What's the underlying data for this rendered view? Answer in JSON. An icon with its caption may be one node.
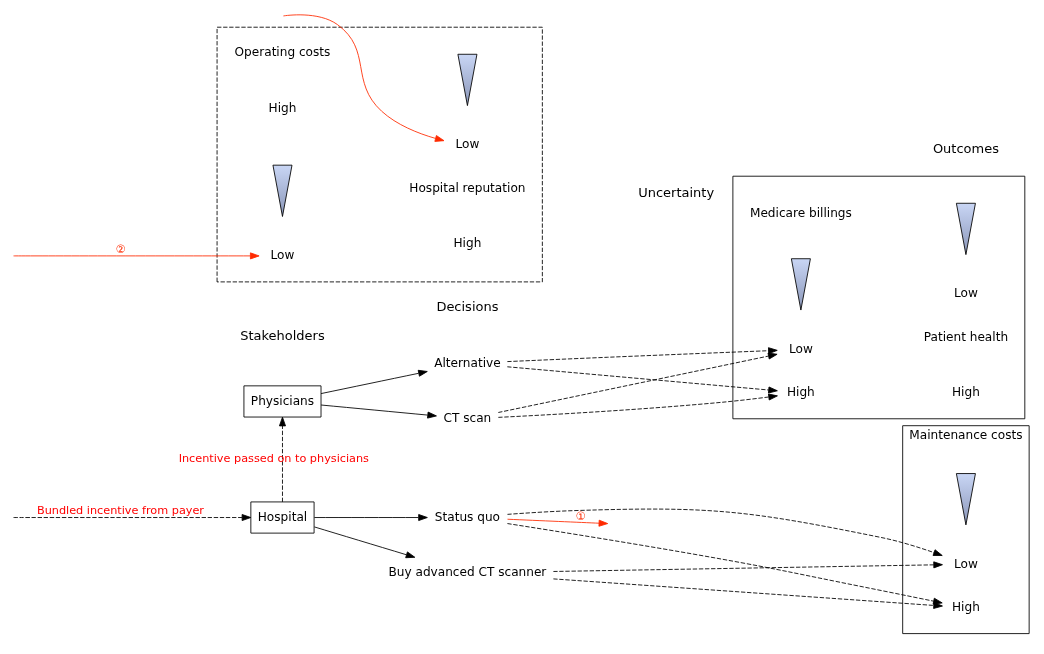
{
  "diagram": {
    "nodes": [
      {
        "text": [
          "Hospital"
        ]
      },
      {
        "text": [
          "Physicians"
        ]
      },
      {
        "text": [
          "Buy advanced CT scanner"
        ]
      },
      {
        "text": [
          "Status quo"
        ]
      },
      {
        "text": [
          "CT scan"
        ]
      },
      {
        "text": [
          "Alternative"
        ]
      },
      {
        "text": [
          "Maintenance costs"
        ]
      },
      {
        "text": [
          "High"
        ],
        "in": 6
      },
      {
        "text": [],
        "shape": "triangle",
        "in": 6
      },
      {
        "text": [
          "Low"
        ],
        "in": 6
      },
      {
        "text": [],
        "shape": "box"
      },
      {
        "text": [
          "Operating costs"
        ],
        "in": 10
      },
      {
        "text": [
          "High"
        ],
        "in": 10
      },
      {
        "text": [],
        "shape": "triangle",
        "in": 10
      },
      {
        "text": [
          "Low"
        ],
        "in": 10
      },
      {
        "text": [
          "Hospital reputation"
        ],
        "in": 10
      },
      {
        "text": [
          "High"
        ],
        "in": 10
      },
      {
        "text": [],
        "shape": "triangle",
        "in": 10
      },
      {
        "text": [
          "Low"
        ],
        "in": 10
      },
      {
        "text": [],
        "shape": "box"
      },
      {
        "text": [
          "Medicare billings"
        ],
        "in": 19
      },
      {
        "text": [
          "High"
        ],
        "in": 19
      },
      {
        "text": [],
        "shape": "triangle",
        "in": 19
      },
      {
        "text": [
          "Low"
        ],
        "in": 19
      },
      {
        "text": [
          "Patient health"
        ],
        "in": 19
      },
      {
        "text": [
          "High"
        ],
        "in": 19
      },
      {
        "text": [],
        "shape": "triangle",
        "in": 19
      },
      {
        "text": [
          "Low"
        ],
        "in": 19
      }
    ],
    "edges": [
      {
        "from": null,
        "to": 0,
        "arrow": "to",
        "style": "dashed",
        "label": "Bundled incentive from payer"
      },
      {
        "from": 0,
        "to": 1,
        "arrow": "to",
        "style": "dashed",
        "label": "Incentive passed on to physicians"
      },
      {
        "from": 0,
        "to": 2,
        "arrow": "to"
      },
      {
        "from": 0,
        "to": 3,
        "arrow": "to"
      },
      {
        "from": 1,
        "to": 4,
        "arrow": "to"
      },
      {
        "from": 1,
        "to": 5,
        "arrow": "to"
      },
      {
        "from": 2,
        "to": 7,
        "arrow": "to",
        "style": "dashed"
      },
      {
        "from": 2,
        "to": 9,
        "arrow": "to",
        "style": "dashed"
      },
      {
        "from": 3,
        "to": 7,
        "arrow": "to",
        "style": "dashed"
      },
      {
        "from": 3,
        "to": 9,
        "arrow": "to",
        "style": "dashed"
      },
      {
        "from": 4,
        "to": 21,
        "arrow": "to",
        "style": "dashed"
      },
      {
        "from": 4,
        "to": 23,
        "arrow": "to",
        "style": "dashed"
      },
      {
        "from": 5,
        "to": 21,
        "arrow": "to",
        "style": "dashed"
      },
      {
        "from": 5,
        "to": 23,
        "arrow": "to",
        "style": "dashed"
      },
      {
        "from": 3,
        "to": null,
        "arrow": "to",
        "color": "#ff2a00",
        "label": "①"
      },
      {
        "from": null,
        "to": 14,
        "arrow": "to",
        "color": "#ff2a00",
        "label": "②"
      },
      {
        "from": null,
        "to": 18,
        "arrow": "to",
        "color": "#ff2a00"
      }
    ],
    "labels": [
      "Stakeholders",
      "Decisions",
      "Uncertainty",
      "Outcomes"
    ]
  }
}
